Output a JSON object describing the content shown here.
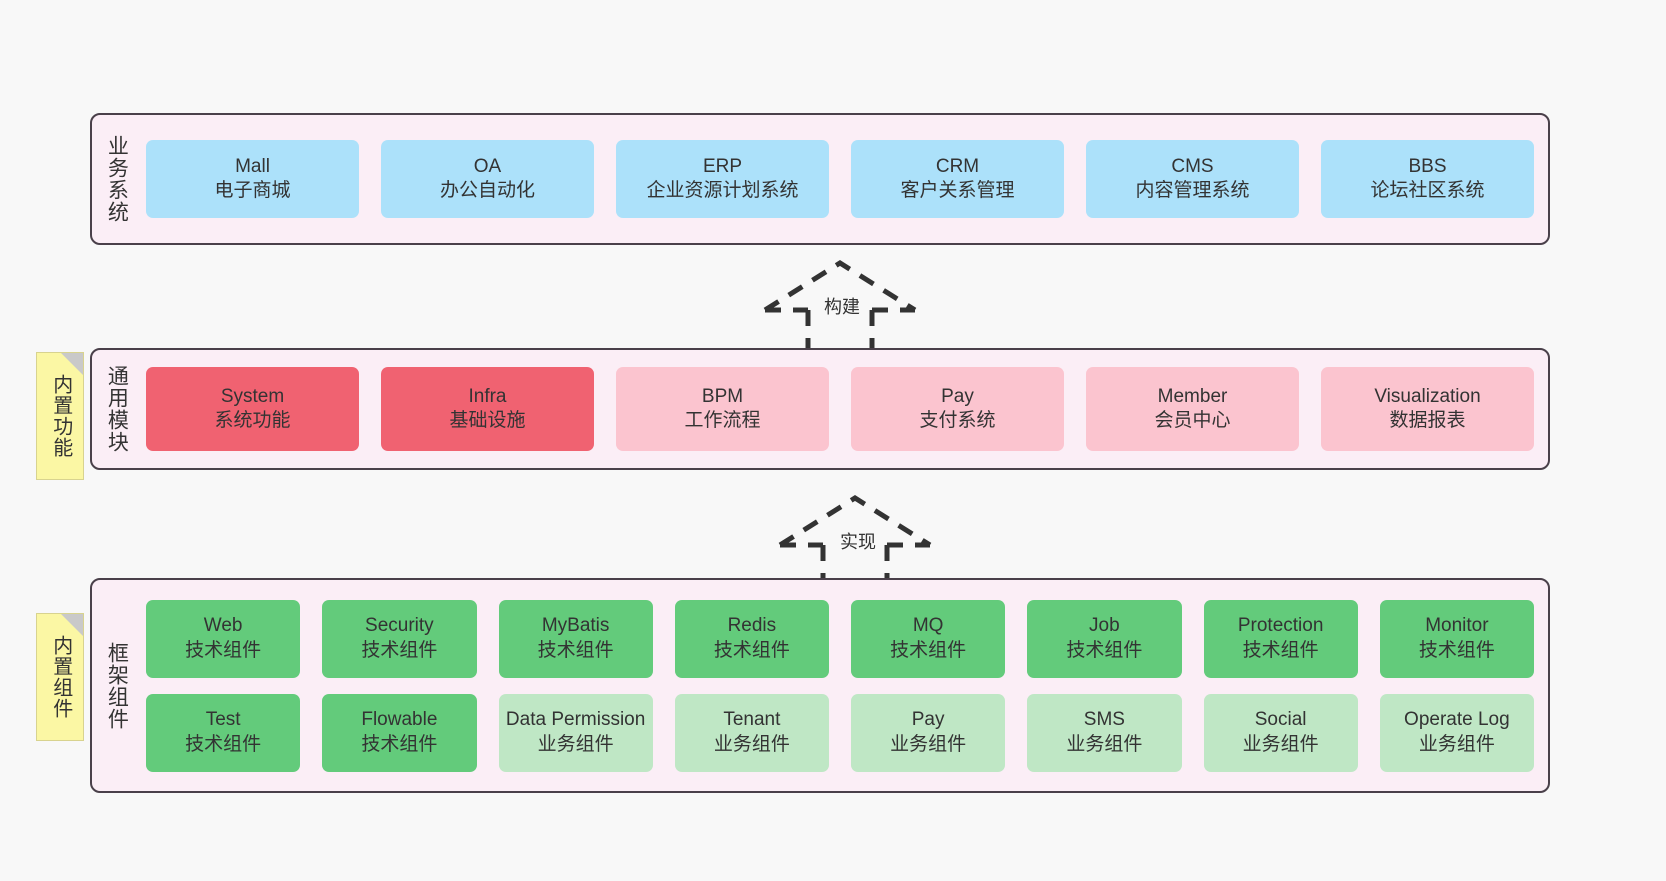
{
  "diagram": {
    "background_color": "#f8f8f8",
    "section_fill": "#fbeef6",
    "section_border": "#4a404a",
    "note_fill": "#fbf7a4"
  },
  "business_section": {
    "title": "业务系统",
    "card_color": "#ace1fa",
    "cards": [
      {
        "name": "Mall",
        "desc": "电子商城"
      },
      {
        "name": "OA",
        "desc": "办公自动化"
      },
      {
        "name": "ERP",
        "desc": "企业资源计划系统"
      },
      {
        "name": "CRM",
        "desc": "客户关系管理"
      },
      {
        "name": "CMS",
        "desc": "内容管理系统"
      },
      {
        "name": "BBS",
        "desc": "论坛社区系统"
      }
    ]
  },
  "arrow_build": {
    "label": "构建"
  },
  "arrow_impl": {
    "label": "实现"
  },
  "module_section": {
    "title": "通用模块",
    "note": "内置功能",
    "color_strong": "#f06271",
    "color_light": "#fbc4cf",
    "cards": [
      {
        "name": "System",
        "desc": "系统功能",
        "emphasis": "strong"
      },
      {
        "name": "Infra",
        "desc": "基础设施",
        "emphasis": "strong"
      },
      {
        "name": "BPM",
        "desc": "工作流程",
        "emphasis": "light"
      },
      {
        "name": "Pay",
        "desc": "支付系统",
        "emphasis": "light"
      },
      {
        "name": "Member",
        "desc": "会员中心",
        "emphasis": "light"
      },
      {
        "name": "Visualization",
        "desc": "数据报表",
        "emphasis": "light"
      }
    ]
  },
  "framework_section": {
    "title": "框架组件",
    "note": "内置组件",
    "color_strong": "#63cb7b",
    "color_light": "#bfe7c5",
    "row_tech": [
      {
        "name": "Web",
        "desc": "技术组件",
        "emphasis": "strong"
      },
      {
        "name": "Security",
        "desc": "技术组件",
        "emphasis": "strong"
      },
      {
        "name": "MyBatis",
        "desc": "技术组件",
        "emphasis": "strong"
      },
      {
        "name": "Redis",
        "desc": "技术组件",
        "emphasis": "strong"
      },
      {
        "name": "MQ",
        "desc": "技术组件",
        "emphasis": "strong"
      },
      {
        "name": "Job",
        "desc": "技术组件",
        "emphasis": "strong"
      },
      {
        "name": "Protection",
        "desc": "技术组件",
        "emphasis": "strong"
      },
      {
        "name": "Monitor",
        "desc": "技术组件",
        "emphasis": "strong"
      }
    ],
    "row_biz": [
      {
        "name": "Test",
        "desc": "技术组件",
        "emphasis": "strong"
      },
      {
        "name": "Flowable",
        "desc": "技术组件",
        "emphasis": "strong"
      },
      {
        "name": "Data Permission",
        "desc": "业务组件",
        "emphasis": "light"
      },
      {
        "name": "Tenant",
        "desc": "业务组件",
        "emphasis": "light"
      },
      {
        "name": "Pay",
        "desc": "业务组件",
        "emphasis": "light"
      },
      {
        "name": "SMS",
        "desc": "业务组件",
        "emphasis": "light"
      },
      {
        "name": "Social",
        "desc": "业务组件",
        "emphasis": "light"
      },
      {
        "name": "Operate Log",
        "desc": "业务组件",
        "emphasis": "light"
      }
    ]
  }
}
